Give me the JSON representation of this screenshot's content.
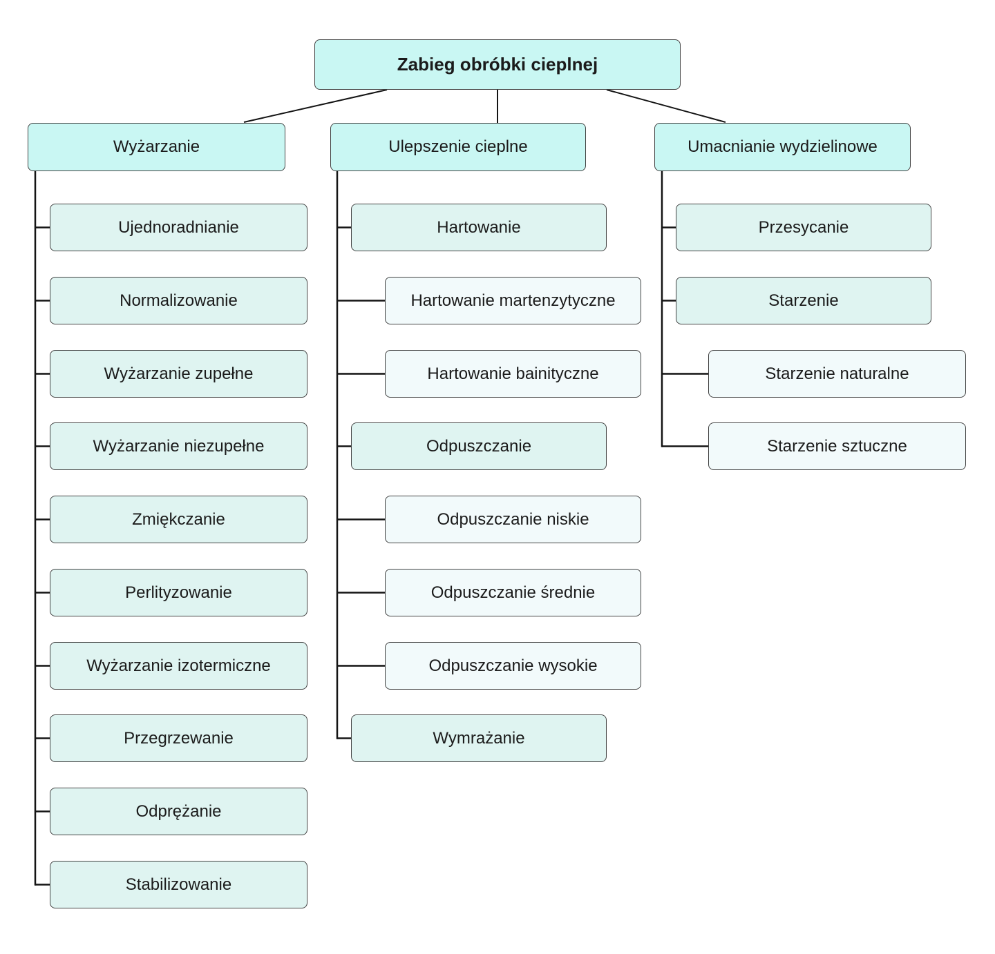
{
  "diagram": {
    "title": "Zabieg obróbki cieplnej",
    "branches": [
      {
        "label": "Wyżarzanie",
        "children": [
          {
            "label": "Ujednoradnianie",
            "depth": 1
          },
          {
            "label": "Normalizowanie",
            "depth": 1
          },
          {
            "label": "Wyżarzanie zupełne",
            "depth": 1
          },
          {
            "label": "Wyżarzanie niezupełne",
            "depth": 1
          },
          {
            "label": "Zmiękczanie",
            "depth": 1
          },
          {
            "label": "Perlityzowanie",
            "depth": 1
          },
          {
            "label": "Wyżarzanie izotermiczne",
            "depth": 1
          },
          {
            "label": "Przegrzewanie",
            "depth": 1
          },
          {
            "label": "Odprężanie",
            "depth": 1
          },
          {
            "label": "Stabilizowanie",
            "depth": 1
          }
        ]
      },
      {
        "label": "Ulepszenie cieplne",
        "children": [
          {
            "label": "Hartowanie",
            "depth": 1
          },
          {
            "label": "Hartowanie martenzytyczne",
            "depth": 2
          },
          {
            "label": "Hartowanie bainityczne",
            "depth": 2
          },
          {
            "label": "Odpuszczanie",
            "depth": 1
          },
          {
            "label": "Odpuszczanie niskie",
            "depth": 2
          },
          {
            "label": "Odpuszczanie średnie",
            "depth": 2
          },
          {
            "label": "Odpuszczanie wysokie",
            "depth": 2
          },
          {
            "label": "Wymrażanie",
            "depth": 1
          }
        ]
      },
      {
        "label": "Umacnianie wydzielinowe",
        "children": [
          {
            "label": "Przesycanie",
            "depth": 1
          },
          {
            "label": "Starzenie",
            "depth": 1
          },
          {
            "label": "Starzenie naturalne",
            "depth": 2
          },
          {
            "label": "Starzenie sztuczne",
            "depth": 2
          }
        ]
      }
    ],
    "colors": {
      "root_fill": "#c9f7f3",
      "branch_fill": "#c9f7f3",
      "child_fill": "#dff4f1",
      "subchild_fill": "#f2fafb",
      "border": "#414141",
      "line": "#141414",
      "text": "#1b1b1b",
      "background": "#ffffff"
    }
  }
}
